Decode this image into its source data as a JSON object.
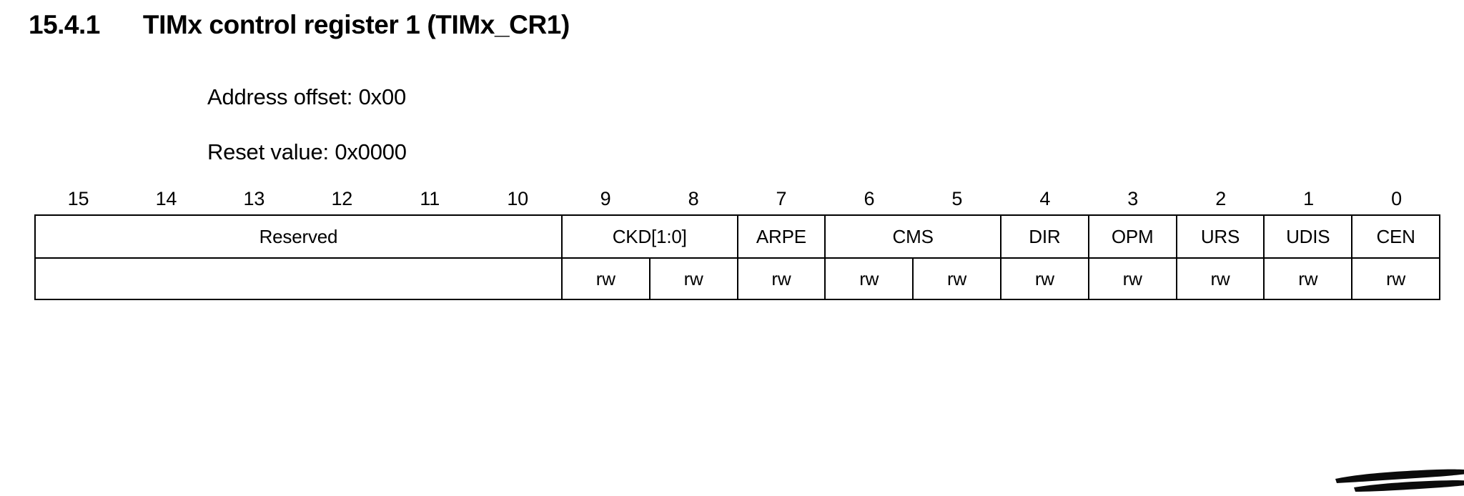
{
  "heading": {
    "section_number": "15.4.1",
    "title": "TIMx control register 1 (TIMx_CR1)"
  },
  "meta": {
    "address_offset": "Address offset: 0x00",
    "reset_value": "Reset value: 0x0000"
  },
  "register": {
    "bit_indices": [
      "15",
      "14",
      "13",
      "12",
      "11",
      "10",
      "9",
      "8",
      "7",
      "6",
      "5",
      "4",
      "3",
      "2",
      "1",
      "0"
    ],
    "fields": [
      {
        "label": "Reserved",
        "span": 6
      },
      {
        "label": "CKD[1:0]",
        "span": 2
      },
      {
        "label": "ARPE",
        "span": 1
      },
      {
        "label": "CMS",
        "span": 2
      },
      {
        "label": "DIR",
        "span": 1
      },
      {
        "label": "OPM",
        "span": 1
      },
      {
        "label": "URS",
        "span": 1
      },
      {
        "label": "UDIS",
        "span": 1
      },
      {
        "label": "CEN",
        "span": 1
      }
    ],
    "access": [
      {
        "label": "",
        "span": 6,
        "blank": true
      },
      {
        "label": "rw",
        "span": 1
      },
      {
        "label": "rw",
        "span": 1
      },
      {
        "label": "rw",
        "span": 1
      },
      {
        "label": "rw",
        "span": 1
      },
      {
        "label": "rw",
        "span": 1
      },
      {
        "label": "rw",
        "span": 1
      },
      {
        "label": "rw",
        "span": 1
      },
      {
        "label": "rw",
        "span": 1
      },
      {
        "label": "rw",
        "span": 1
      },
      {
        "label": "rw",
        "span": 1
      }
    ]
  },
  "annotation": {
    "type": "hand-drawn-underline",
    "target_field": "CEN",
    "color": "#000000"
  },
  "colors": {
    "text": "#000000",
    "background": "#ffffff",
    "table_border": "#000000"
  }
}
